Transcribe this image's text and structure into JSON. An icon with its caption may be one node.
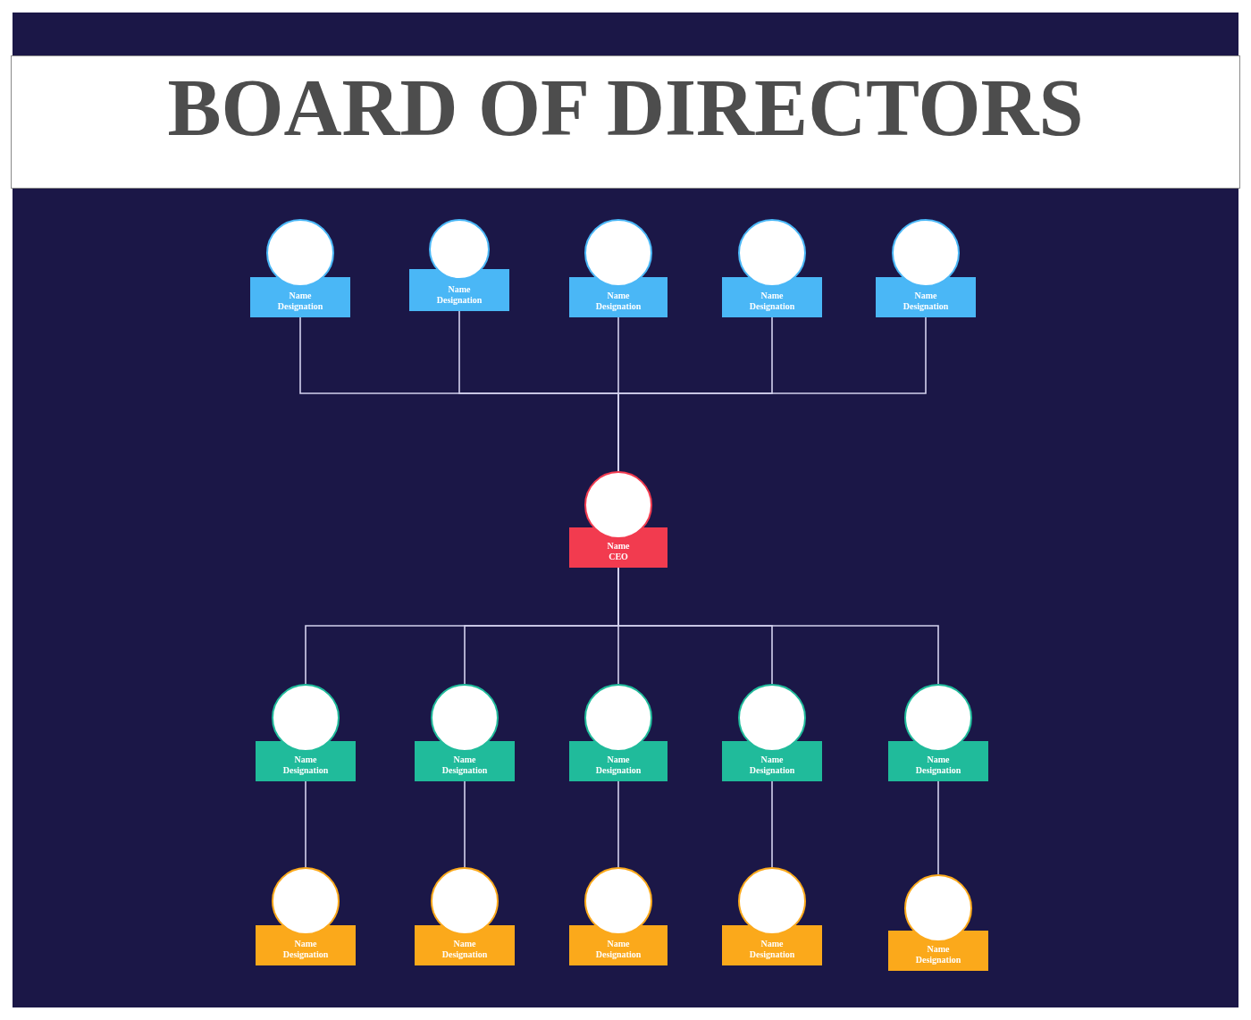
{
  "diagram": {
    "title": "BOARD OF DIRECTORS",
    "nodes": [
      {
        "text": [],
        "shape": "circle"
      },
      {
        "text": [
          "Name",
          "Designation"
        ]
      },
      {
        "text": [],
        "shape": "circle"
      },
      {
        "text": [
          "Name",
          "Designation"
        ]
      },
      {
        "text": [],
        "shape": "circle"
      },
      {
        "text": [
          "Name",
          "Designation"
        ]
      },
      {
        "text": [],
        "shape": "circle"
      },
      {
        "text": [
          "Name",
          "Designation"
        ]
      },
      {
        "text": [],
        "shape": "circle"
      },
      {
        "text": [
          "Name",
          "Designation"
        ]
      },
      {
        "text": [],
        "shape": "circle"
      },
      {
        "text": [
          "Name",
          "CEO"
        ]
      },
      {
        "text": [],
        "shape": "circle"
      },
      {
        "text": [
          "Name",
          "Designation"
        ]
      },
      {
        "text": [],
        "shape": "circle"
      },
      {
        "text": [
          "Name",
          "Designation"
        ]
      },
      {
        "text": [],
        "shape": "circle"
      },
      {
        "text": [
          "Name",
          "Designation"
        ]
      },
      {
        "text": [],
        "shape": "circle"
      },
      {
        "text": [
          "Name",
          "Designation"
        ]
      },
      {
        "text": [],
        "shape": "circle"
      },
      {
        "text": [
          "Name",
          "Designation"
        ]
      },
      {
        "text": [],
        "shape": "circle"
      },
      {
        "text": [
          "Name",
          "Designation"
        ]
      },
      {
        "text": [],
        "shape": "circle"
      },
      {
        "text": [
          "Name",
          "Designation"
        ]
      },
      {
        "text": [],
        "shape": "circle"
      },
      {
        "text": [
          "Name",
          "Designation"
        ]
      },
      {
        "text": [],
        "shape": "circle"
      },
      {
        "text": [
          "Name",
          "Designation"
        ]
      },
      {
        "text": [],
        "shape": "circle"
      },
      {
        "text": [
          "Name",
          "Designation"
        ]
      }
    ],
    "edges": [
      {
        "from": 1,
        "to": 10,
        "arrow": "none"
      },
      {
        "from": 3,
        "to": 10,
        "arrow": "none"
      },
      {
        "from": 5,
        "to": 10,
        "arrow": "none"
      },
      {
        "from": 7,
        "to": 10,
        "arrow": "none"
      },
      {
        "from": 9,
        "to": 10,
        "arrow": "none"
      },
      {
        "from": 11,
        "to": 12,
        "arrow": "none"
      },
      {
        "from": 11,
        "to": 14,
        "arrow": "none"
      },
      {
        "from": 11,
        "to": 16,
        "arrow": "none"
      },
      {
        "from": 11,
        "to": 18,
        "arrow": "none"
      },
      {
        "from": 11,
        "to": 20,
        "arrow": "none"
      },
      {
        "from": 13,
        "to": 22,
        "arrow": "none"
      },
      {
        "from": 15,
        "to": 24,
        "arrow": "none"
      },
      {
        "from": 17,
        "to": 26,
        "arrow": "none"
      },
      {
        "from": 19,
        "to": 28,
        "arrow": "none"
      },
      {
        "from": 21,
        "to": 30,
        "arrow": "none"
      }
    ]
  }
}
